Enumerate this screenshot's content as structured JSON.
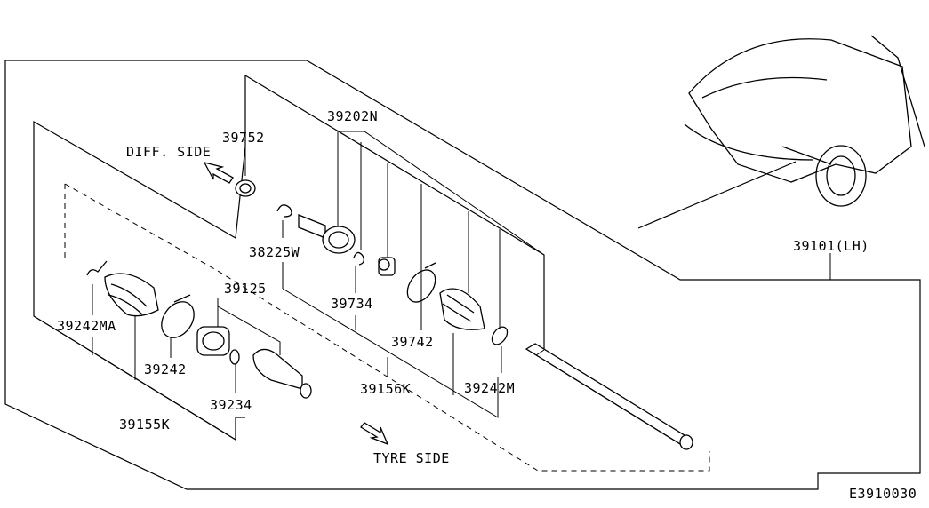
{
  "parts": {
    "assembly_lh": "39101(LH)",
    "inner_joint_kit": "39202N",
    "seal": "39752",
    "circlip": "38225W",
    "snap_ring": "39734",
    "band_inner": "39742",
    "repair_kit_inner": "39156K",
    "band_outer_small": "39242M",
    "outer_joint": "39125",
    "band_outer_large": "39242MA",
    "band": "39242",
    "circlip_outer": "39234",
    "repair_kit_outer": "39155K"
  },
  "annotations": {
    "diff_side": "DIFF. SIDE",
    "tyre_side": "TYRE SIDE"
  },
  "diagram_code": "E3910030"
}
